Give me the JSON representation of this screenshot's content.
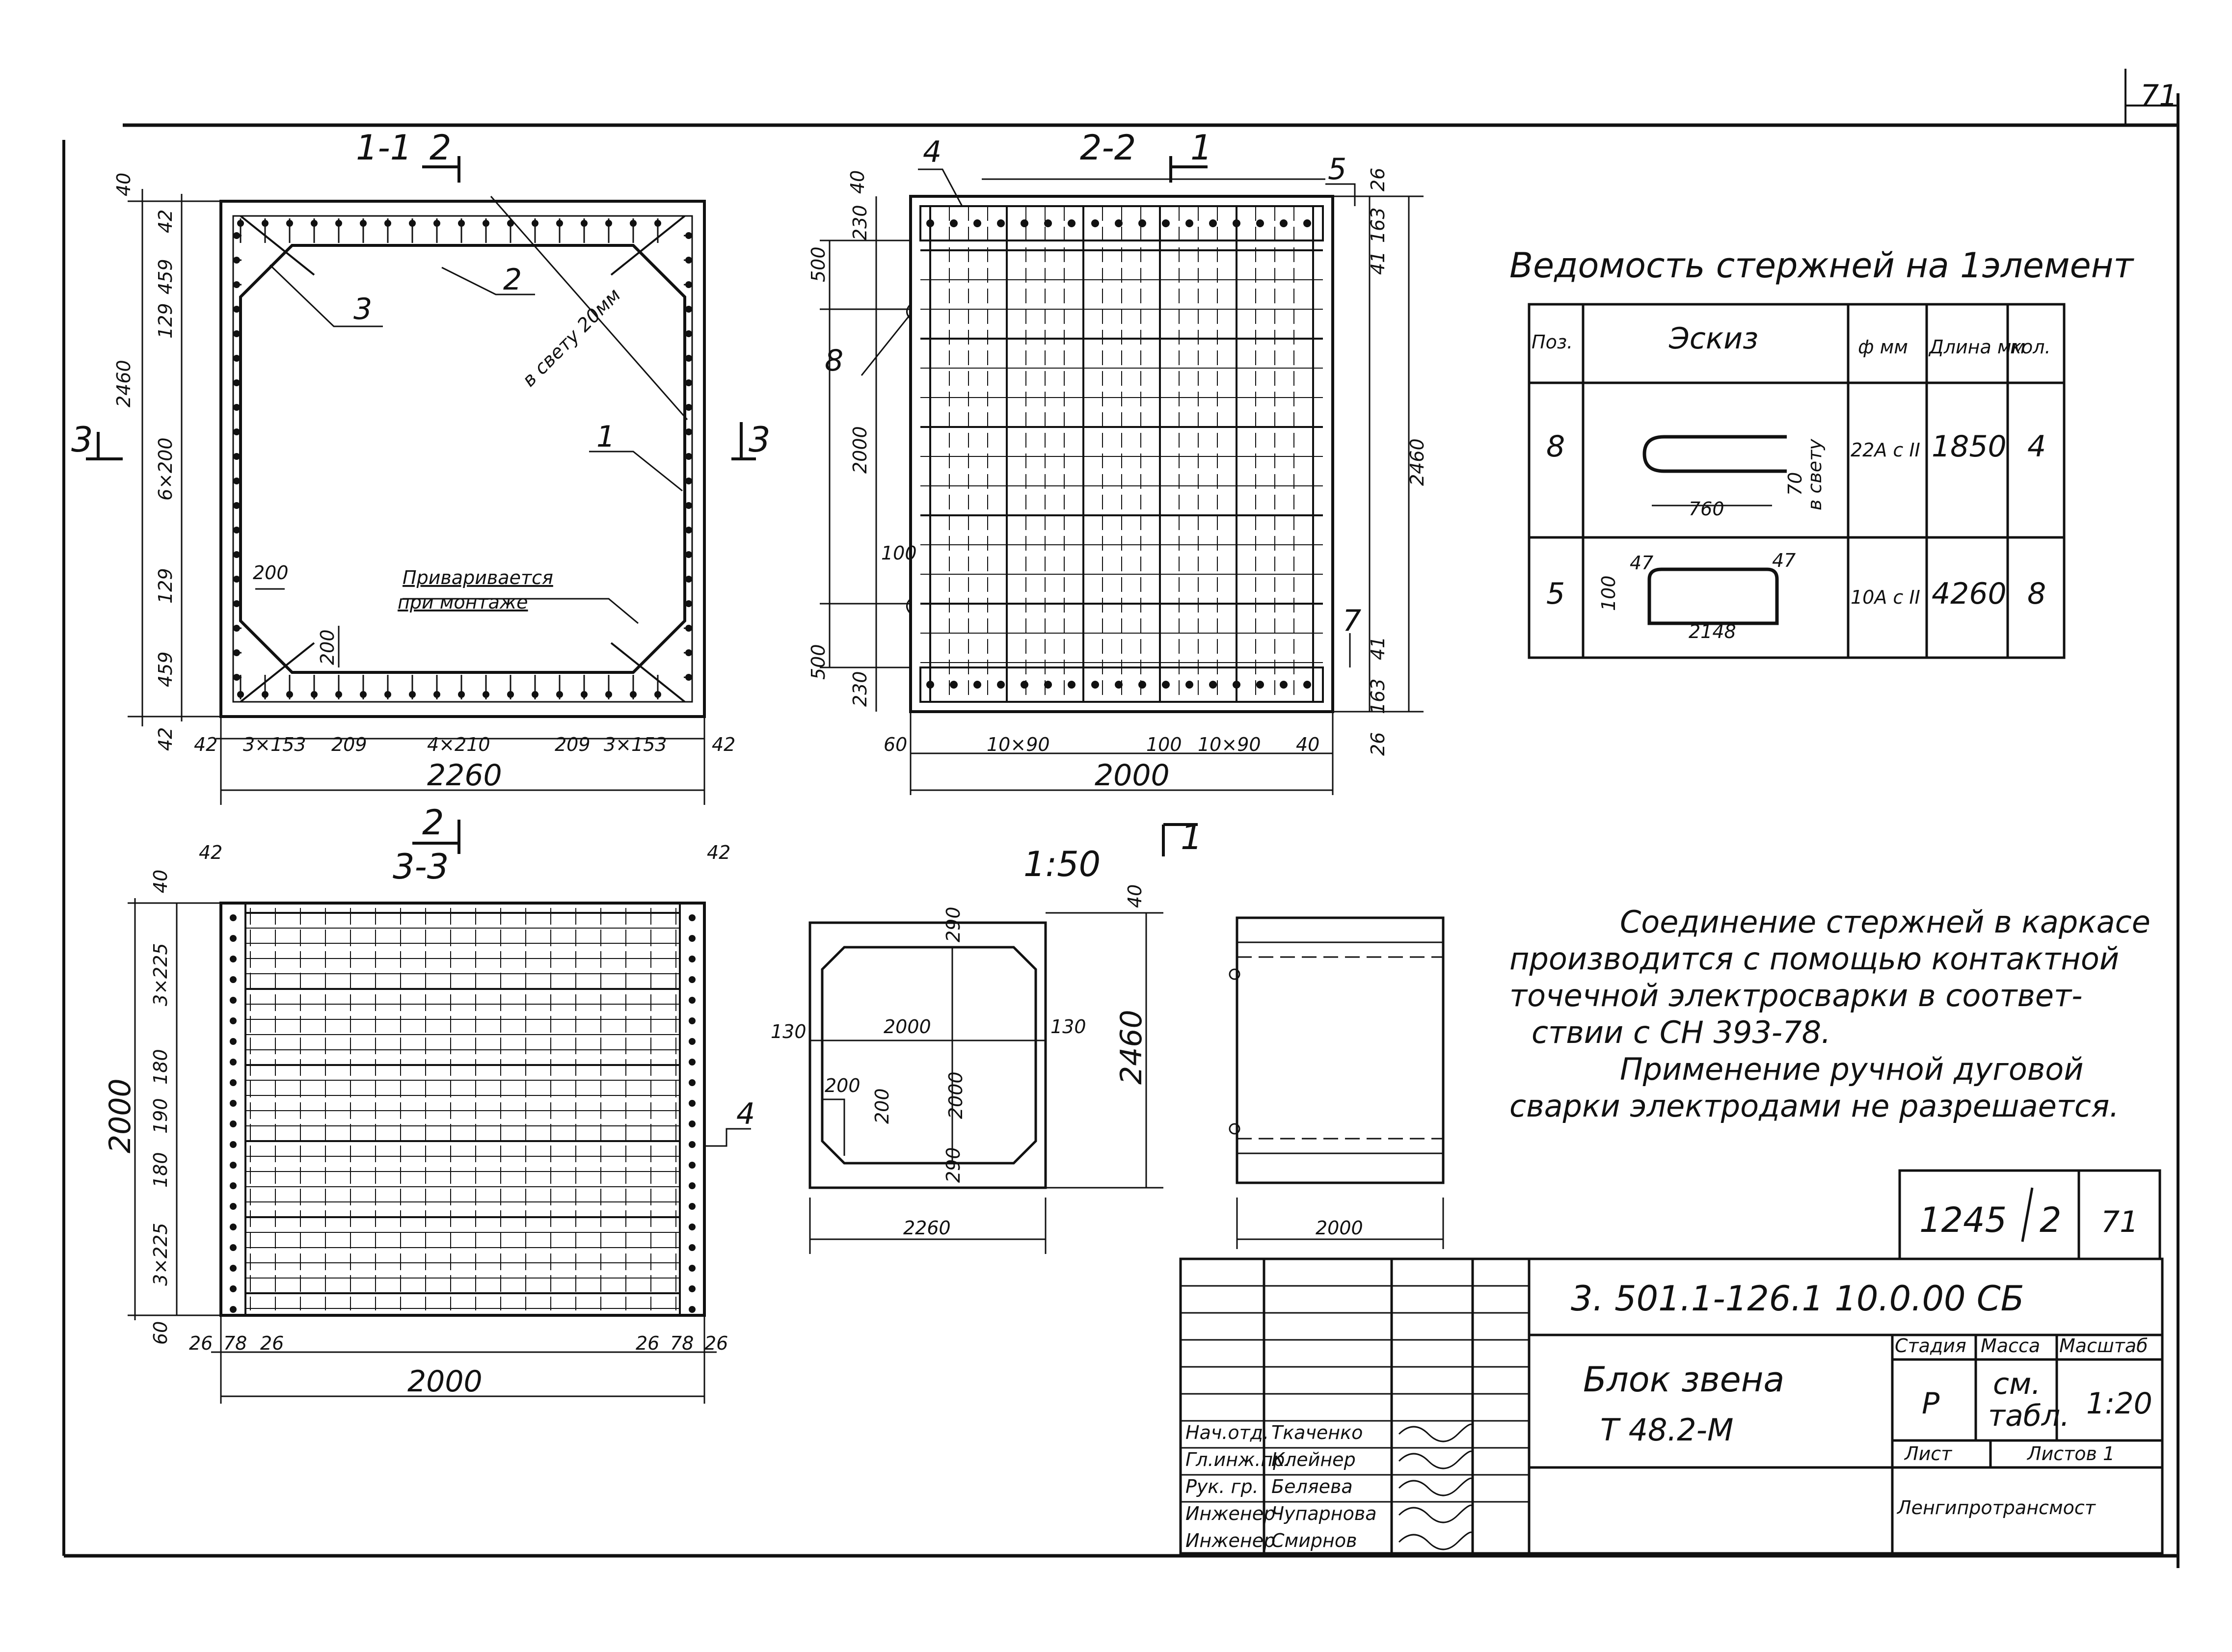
{
  "page_number": "71",
  "sections": {
    "s11": {
      "title": "1-1",
      "cut_mark": "2",
      "cut_mark_bottom": "2",
      "cut_side_left": "3",
      "cut_side_right": "3",
      "left_dims": [
        "40",
        "42",
        "459",
        "129",
        "6×200",
        "129",
        "459",
        "42"
      ],
      "overall_height": "2460",
      "bottom_dims": [
        "42",
        "3×153",
        "209",
        "4×210",
        "209",
        "3×153",
        "42"
      ],
      "overall_width": "2260",
      "callouts": [
        "1",
        "2",
        "3"
      ],
      "clear_note": "в свету 20мм",
      "inner_dims": [
        "200",
        "200"
      ],
      "weld_note_1": "Приваривается",
      "weld_note_2": "при монтаже"
    },
    "s22": {
      "title": "2-2",
      "cut_mark": "1",
      "cut_mark_bottom": "1",
      "left_dims": [
        "40",
        "230",
        "500",
        "2000",
        "500",
        "230"
      ],
      "right_dims": [
        "26",
        "163",
        "41",
        "2460",
        "41",
        "163",
        "26"
      ],
      "side_dim": "100",
      "bottom_dims": [
        "60",
        "10×90",
        "100",
        "10×90",
        "40"
      ],
      "overall_width": "2000",
      "callouts": [
        "4",
        "5",
        "7",
        "8"
      ]
    },
    "s33": {
      "title": "3-3",
      "top_dims": [
        "42",
        "42"
      ],
      "left_dims": [
        "40",
        "3×225",
        "180",
        "190",
        "180",
        "3×225",
        "60"
      ],
      "overall_height": "2000",
      "bottom_dims": [
        "26",
        "78",
        "26",
        "26",
        "78",
        "26"
      ],
      "overall_width": "2000",
      "callout": "4"
    },
    "small_section": {
      "scale": "1:50",
      "dims": [
        "40",
        "290",
        "130",
        "2000",
        "130",
        "2000",
        "200",
        "200",
        "290"
      ],
      "height": "2460",
      "width": "2260"
    },
    "side_view": {
      "width": "2000"
    }
  },
  "schedule": {
    "title": "Ведомость стержней на 1элемент",
    "headers": [
      "Поз.",
      "Эскиз",
      "ф мм",
      "Длина мм",
      "кол."
    ],
    "rows": [
      {
        "pos": "8",
        "sketch_dims": [
          "760",
          "70",
          "в свету"
        ],
        "dia": "22A c II",
        "length": "1850",
        "qty": "4"
      },
      {
        "pos": "5",
        "sketch_dims": [
          "100",
          "47",
          "2148",
          "47"
        ],
        "dia": "10A c II",
        "length": "4260",
        "qty": "8"
      }
    ]
  },
  "notes": [
    "Соединение стержней в каркасе",
    "производится с помощью контактной",
    "точечной электросварки в соответ-",
    "ствии с СН 393-78.",
    "Применение ручной дуговой",
    "сварки электродами не разрешается."
  ],
  "title_block": {
    "ref_num": "1245",
    "ref_sub": "2",
    "ref_sheet": "71",
    "designation": "3. 501.1-126.1 10.0.00 СБ",
    "name_1": "Блок звена",
    "name_2": "Т 48.2-М",
    "stage_label": "Стадия",
    "mass_label": "Масса",
    "scale_label": "Масштаб",
    "stage": "Р",
    "mass_1": "см.",
    "mass_2": "табл.",
    "scale": "1:20",
    "sheet_label": "Лист",
    "sheets_label": "Листов 1",
    "org": "Ленгипротрансмост",
    "signatories": [
      {
        "role": "Нач.отд.",
        "name": "Ткаченко"
      },
      {
        "role": "Гл.инж.пр.",
        "name": "Клейнер"
      },
      {
        "role": "Рук. гр.",
        "name": "Беляева"
      },
      {
        "role": "Инженер",
        "name": "Чупарнова"
      },
      {
        "role": "Инженер",
        "name": "Смирнов"
      }
    ]
  }
}
